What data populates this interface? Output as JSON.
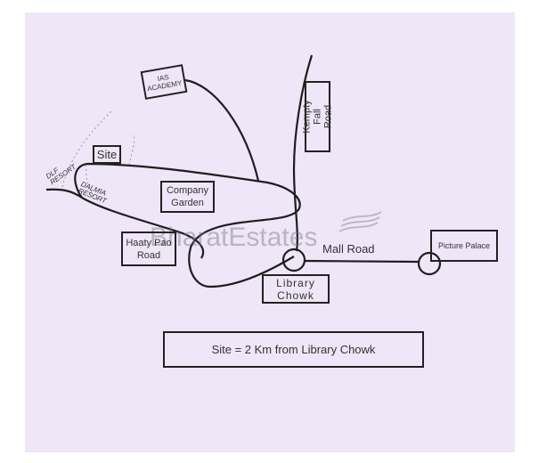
{
  "labels": {
    "ias_academy": "IAS ACADEMY",
    "site": "Site",
    "dlf_resort": "DLF RESORT",
    "dalmia_resort": "DALMIA RESORT",
    "company_garden": "Company Garden",
    "haaty_pao_road": "Haaty Pao Road",
    "kempty_fall_road": "Kempty Fall Road",
    "mall_road": "Mall Road",
    "library_chowk": "Library Chowk",
    "picture_palace": "Picture Palace",
    "distance_note": "Site = 2 Km from Library Chowk"
  },
  "watermark": "BharatEstates",
  "colors": {
    "paper": "#efe6f7",
    "ink": "#222222"
  }
}
